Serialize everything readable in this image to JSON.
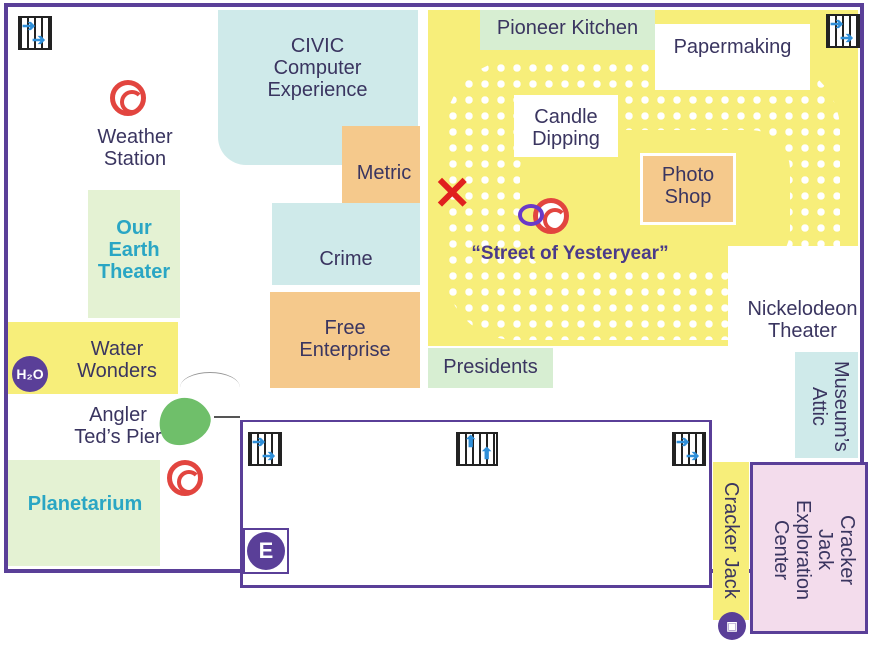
{
  "rooms": {
    "pioneer_kitchen": "Pioneer Kitchen",
    "papermaking": "Papermaking",
    "civic": "CIVIC\nComputer\nExperience",
    "weather_station": "Weather\nStation",
    "candle_dipping": "Candle\nDipping",
    "metric": "Metric",
    "photo_shop": "Photo\nShop",
    "our_earth_theater": "Our\nEarth\nTheater",
    "crime": "Crime",
    "street_of_yesteryear": "“Street of Yesteryear”",
    "nickelodeon_theater": "Nickelodeon\nTheater",
    "free_enterprise": "Free\nEnterprise",
    "water_wonders": "Water\nWonders",
    "presidents": "Presidents",
    "museums_attic": "Museum’s\nAttic",
    "angler_teds_pier": "Angler\nTed’s Pier",
    "planetarium": "Planetarium",
    "cracker_jack": "Cracker Jack",
    "cracker_jack_exploration_center": "Cracker\nJack\nExploration\nCenter"
  },
  "badges": {
    "h2o": "H₂O",
    "elevator": "E"
  },
  "icons": [
    "stairs-icon",
    "swirl-icon",
    "x-mark-icon",
    "elevator-icon",
    "h2o-icon",
    "fish-icon",
    "restroom-icon"
  ],
  "colors": {
    "border": "#5a3f98",
    "yellow_zone": "#f7ee7a",
    "teal_zone": "#cfeaea",
    "green_zone": "#e4f2d3",
    "orange_zone": "#f5c98c",
    "pink_zone": "#f3dcec",
    "teal_label": "#2aa6c4",
    "red_marker": "#e0201e"
  }
}
